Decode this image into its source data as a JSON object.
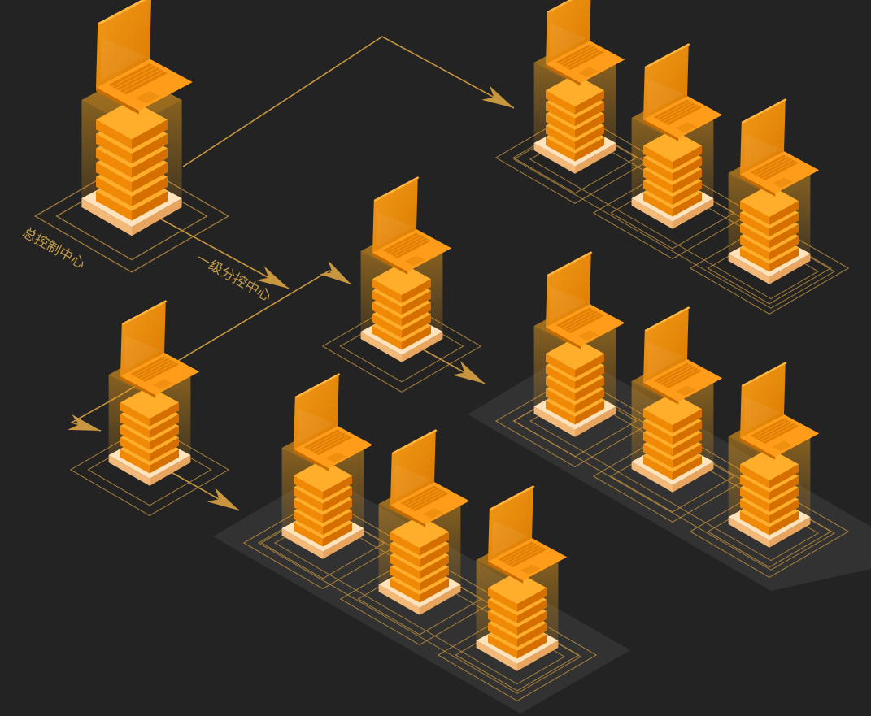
{
  "labels": {
    "root": "总控制中心",
    "secondary": "一级分控中心"
  },
  "colors": {
    "background": "#232323",
    "tray": "#323232",
    "outline": "#b58a3e",
    "connector": "#c8963e",
    "server_top": "#ffae2c",
    "server_left": "#f08a06",
    "server_right": "#d56f00",
    "base_top": "#ffe3bd",
    "base_side": "#f3b979",
    "laptop_screen": "#ec8400",
    "laptop_deck": "#ff9c1a",
    "glow": "#f7a51c"
  },
  "icons": {
    "node": "server-stack-with-laptop",
    "tray": "isometric-platform",
    "arrow": "arrowhead"
  }
}
